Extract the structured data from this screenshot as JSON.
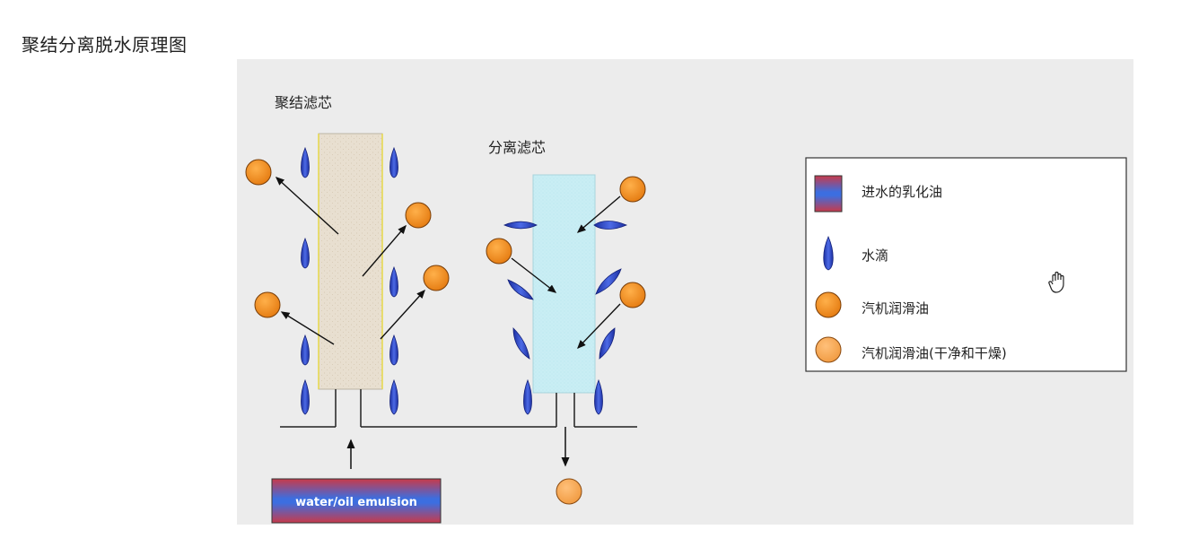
{
  "page": {
    "title": "聚结分离脱水原理图"
  },
  "diagram": {
    "coalescer_label": "聚结滤芯",
    "separator_label": "分离滤芯",
    "inlet_label": "water/oil emulsion",
    "legend": {
      "items": [
        {
          "icon": "emulsion-swatch-icon",
          "label": "进水的乳化油"
        },
        {
          "icon": "water-drop-icon",
          "label": "水滴"
        },
        {
          "icon": "oil-dot-icon",
          "label": "汽机润滑油"
        },
        {
          "icon": "clean-oil-dot-icon",
          "label": "汽机润滑油(干净和干燥)"
        }
      ]
    },
    "colors": {
      "coalescer_fill": "#e8dfd0",
      "separator_fill": "#c9eef4",
      "water_drop": "#2a44c8",
      "oil_dot": "#f08a1e",
      "clean_oil_dot": "#f4a04a",
      "emulsion_red": "#c83a4a",
      "emulsion_blue": "#3c6ee0"
    },
    "cursor_icon": "hand-cursor-icon"
  }
}
